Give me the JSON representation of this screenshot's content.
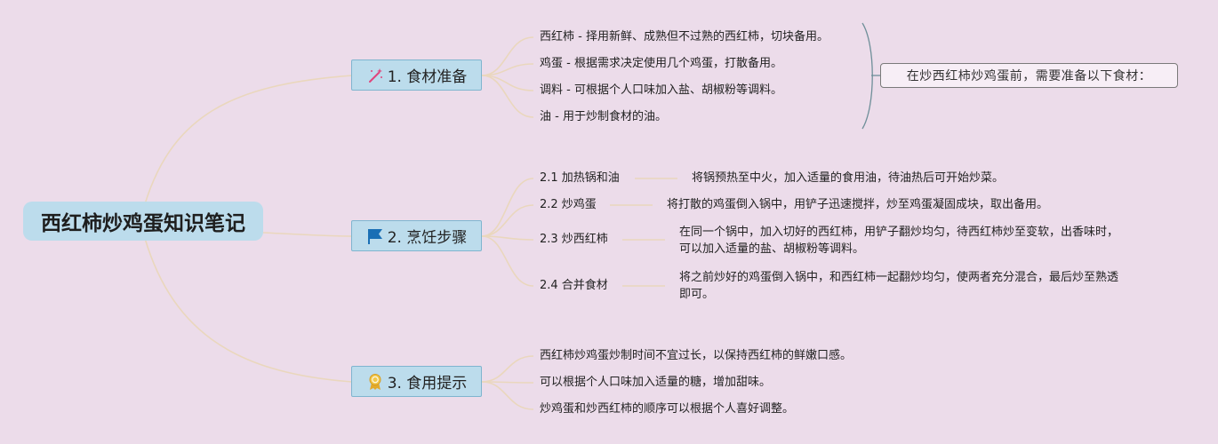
{
  "root": {
    "title": "西红柿炒鸡蛋知识笔记"
  },
  "branches": [
    {
      "label": "1. 食材准备",
      "icon": "wand-icon",
      "leaves": [
        "西红柿 - 择用新鲜、成熟但不过熟的西红柿，切块备用。",
        "鸡蛋 - 根据需求决定使用几个鸡蛋，打散备用。",
        "调料 - 可根据个人口味加入盐、胡椒粉等调料。",
        "油 - 用于炒制食材的油。"
      ],
      "summary": "在炒西红柿炒鸡蛋前，需要准备以下食材："
    },
    {
      "label": "2. 烹饪步骤",
      "icon": "flag-icon",
      "steps": [
        {
          "title": "2.1 加热锅和油",
          "desc": "将锅预热至中火，加入适量的食用油，待油热后可开始炒菜。"
        },
        {
          "title": "2.2 炒鸡蛋",
          "desc": "将打散的鸡蛋倒入锅中，用铲子迅速搅拌，炒至鸡蛋凝固成块，取出备用。"
        },
        {
          "title": "2.3 炒西红柿",
          "desc": "在同一个锅中，加入切好的西红柿，用铲子翻炒均匀，待西红柿炒至变软，出香味时，可以加入适量的盐、胡椒粉等调料。"
        },
        {
          "title": "2.4 合并食材",
          "desc": "将之前炒好的鸡蛋倒入锅中，和西红柿一起翻炒均匀，使两者充分混合，最后炒至熟透即可。"
        }
      ]
    },
    {
      "label": "3. 食用提示",
      "icon": "award-ribbon-icon",
      "leaves": [
        "西红柿炒鸡蛋炒制时间不宜过长，以保持西红柿的鲜嫩口感。",
        "可以根据个人口味加入适量的糖，增加甜味。",
        "炒鸡蛋和炒西红柿的顺序可以根据个人喜好调整。"
      ]
    }
  ],
  "colors": {
    "background": "#ecdcea",
    "node_fill": "#bcdcec",
    "connector": "#ead7bd",
    "bracket": "#6f8f99"
  }
}
